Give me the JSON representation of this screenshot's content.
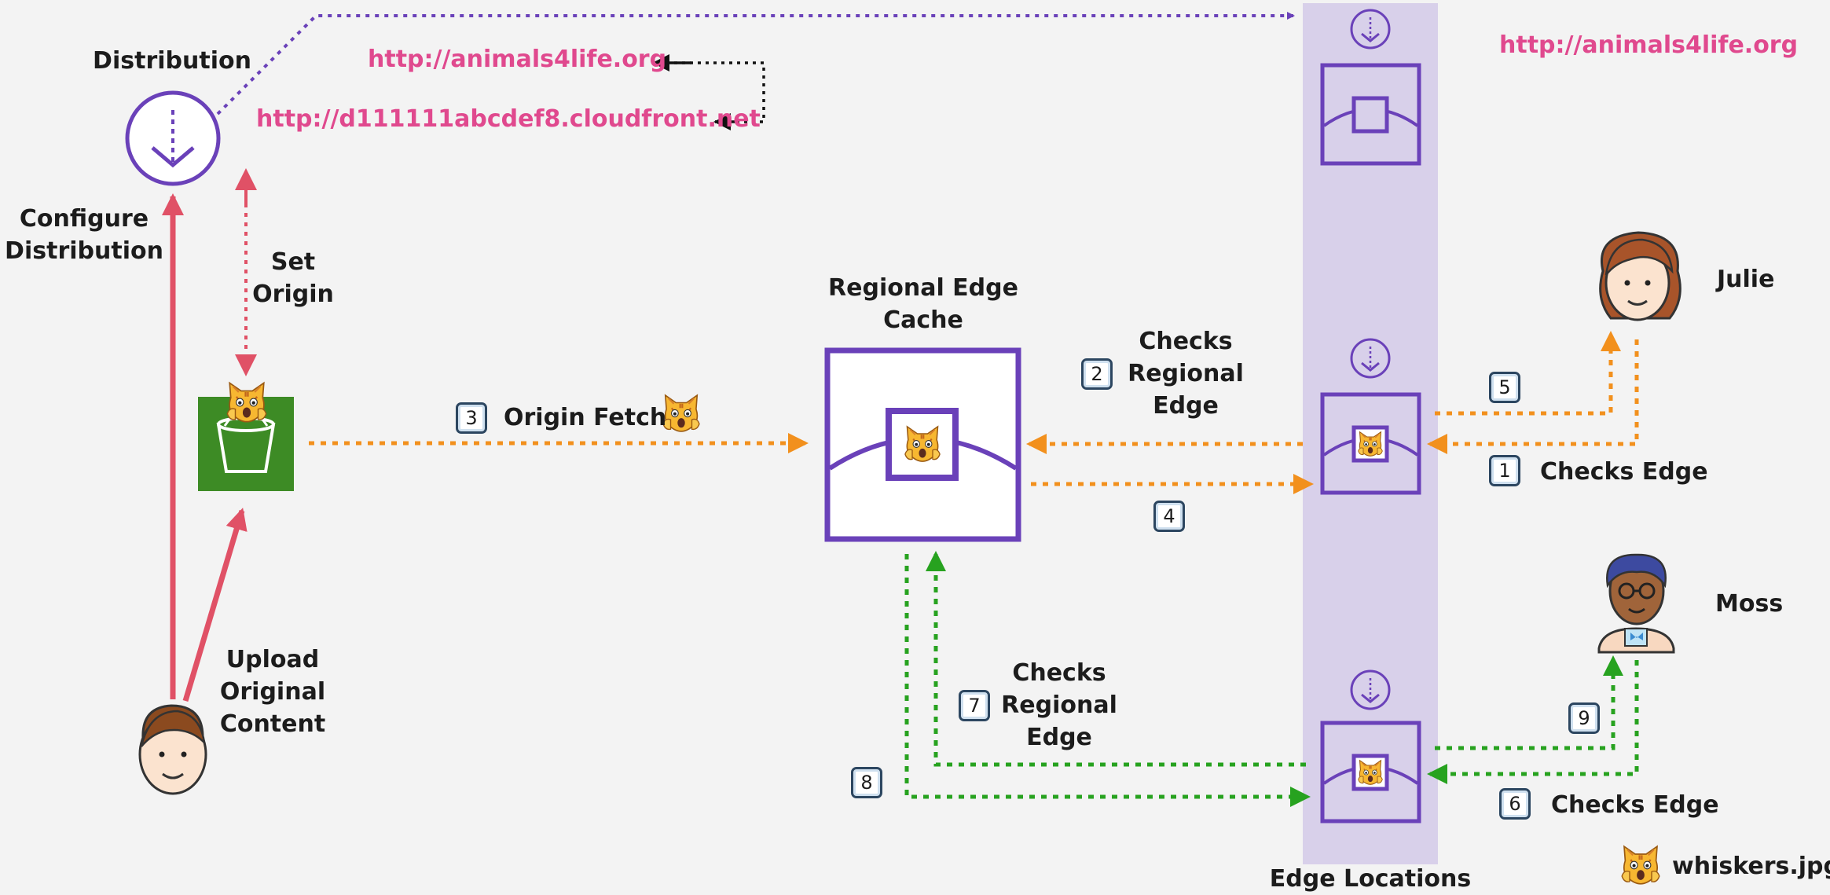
{
  "colors": {
    "purple": "#6a41b9",
    "edge_band": "#d8d0ea",
    "pink_url": "#e0498e",
    "red_arrow": "#e05166",
    "orange_arrow": "#f2901d",
    "green_arrow": "#27a21f",
    "bucket_green": "#3d8b25",
    "badge_border": "#2c4660"
  },
  "labels": {
    "distribution": "Distribution",
    "configure": [
      "Configure",
      "Distribution"
    ],
    "set_origin": [
      "Set",
      "Origin"
    ],
    "upload": [
      "Upload",
      "Original",
      "Content"
    ],
    "regional_cache": [
      "Regional Edge",
      "Cache"
    ],
    "origin_fetch": "Origin Fetch",
    "checks_regional_top": [
      "Checks",
      "Regional",
      "Edge"
    ],
    "checks_regional_bottom": [
      "Checks",
      "Regional",
      "Edge"
    ],
    "checks_edge_julie": "Checks Edge",
    "checks_edge_moss": "Checks Edge",
    "julie": "Julie",
    "moss": "Moss",
    "edge_locations": "Edge Locations",
    "whiskers": "whiskers.jpg"
  },
  "urls": {
    "custom_left": "http://animals4life.org",
    "cloudfront": "http://d111111abcdef8.cloudfront.net",
    "custom_right": "http://animals4life.org"
  },
  "badges": [
    "1",
    "2",
    "3",
    "4",
    "5",
    "6",
    "7",
    "8",
    "9"
  ],
  "icons": {
    "distribution": "cloudfront-distribution-icon",
    "bucket": "s3-bucket-icon",
    "cache": "regional-edge-cache-icon",
    "edge_location": "edge-location-icon",
    "cat": "cat-emoji-icon"
  }
}
